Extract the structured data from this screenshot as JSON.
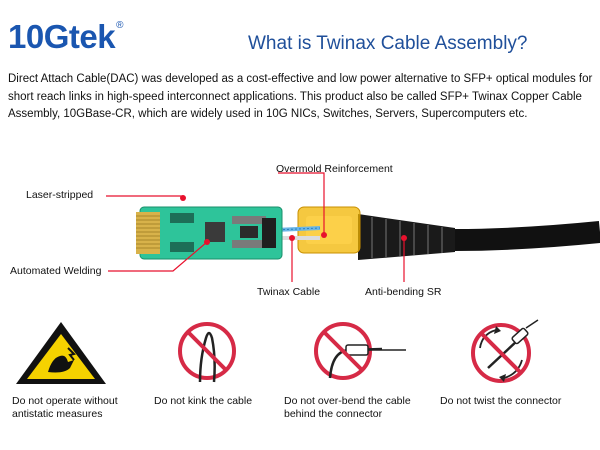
{
  "header": {
    "brand": "10Gtek",
    "registered_mark": "®",
    "title": "What is Twinax Cable Assembly?"
  },
  "description": "Direct Attach Cable(DAC) was developed as a cost-effective and low power alternative to SFP+ optical modules for short reach links in high-speed interconnect applications. This product also be called SFP+ Twinax Copper Cable Assembly, 10GBase-CR, which are widely used in 10G NICs, Switches, Servers, Supercomputers etc.",
  "diagram": {
    "labels": {
      "overmold": "Overmold Reinforcement",
      "laser": "Laser-stripped",
      "welding": "Automated Welding",
      "twinax": "Twinax Cable",
      "antibend": "Anti-bending SR"
    }
  },
  "warnings": [
    {
      "icon": "esd-warning-icon",
      "line1": "Do not operate without",
      "line2": "antistatic measures"
    },
    {
      "icon": "no-kink-icon",
      "line1": "Do not kink the cable",
      "line2": ""
    },
    {
      "icon": "no-overbend-icon",
      "line1": "Do not over-bend the cable",
      "line2": "behind the connector"
    },
    {
      "icon": "no-twist-icon",
      "line1": "Do not twist the connector",
      "line2": ""
    }
  ],
  "colors": {
    "brand": "#1a56b0",
    "title": "#1f4f9a",
    "callout": "#e8112d",
    "pcb": "#2ec49a",
    "overmold": "#f2b600",
    "prohibit": "#d62a46",
    "esd": "#f5d200"
  }
}
